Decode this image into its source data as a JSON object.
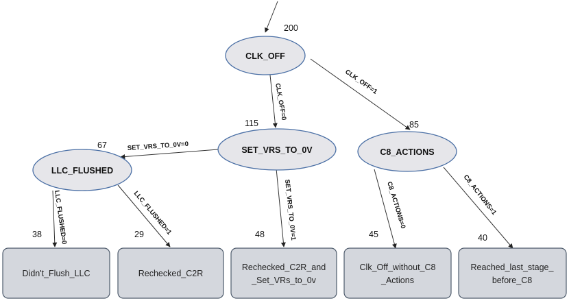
{
  "nodes": {
    "clk_off": {
      "label": "CLK_OFF",
      "count": "200"
    },
    "set_vrs_to_0v": {
      "label": "SET_VRS_TO_0V",
      "count": "115"
    },
    "c8_actions": {
      "label": "C8_ACTIONS",
      "count": "85"
    },
    "llc_flushed": {
      "label": "LLC_FLUSHED",
      "count": "67"
    }
  },
  "leaves": {
    "didnt_flush_llc": {
      "lines": [
        "Didn't_Flush_LLC"
      ],
      "count": "38"
    },
    "rechecked_c2r": {
      "lines": [
        "Rechecked_C2R"
      ],
      "count": "29"
    },
    "rechecked_c2r_and_set_vrs": {
      "lines": [
        "Rechecked_C2R_and",
        "_Set_VRs_to_0v"
      ],
      "count": "48"
    },
    "clk_off_without_c8": {
      "lines": [
        "Clk_Off_without_C8",
        "_Actions"
      ],
      "count": "45"
    },
    "reached_last_stage": {
      "lines": [
        "Reached_last_stage_",
        "before_C8"
      ],
      "count": "40"
    }
  },
  "edges": {
    "clk_off_0": "CLK_OFF=0",
    "clk_off_1": "CLK_OFF=1",
    "set_vrs_0": "SET_VRS_TO_0V=0",
    "set_vrs_1": "SET_VRS_TO_0V=1",
    "c8_0": "C8_ACTIONS=0",
    "c8_1": "C8_ACTIONS=1",
    "llc_0": "LLC_FLUSHED=0",
    "llc_1": "LLC_FLUSHED=1"
  },
  "colors": {
    "node_fill": "#e6e6ea",
    "node_stroke": "#4a6fa5",
    "leaf_fill": "#d4d7dd",
    "leaf_stroke": "#4d5a6b"
  }
}
